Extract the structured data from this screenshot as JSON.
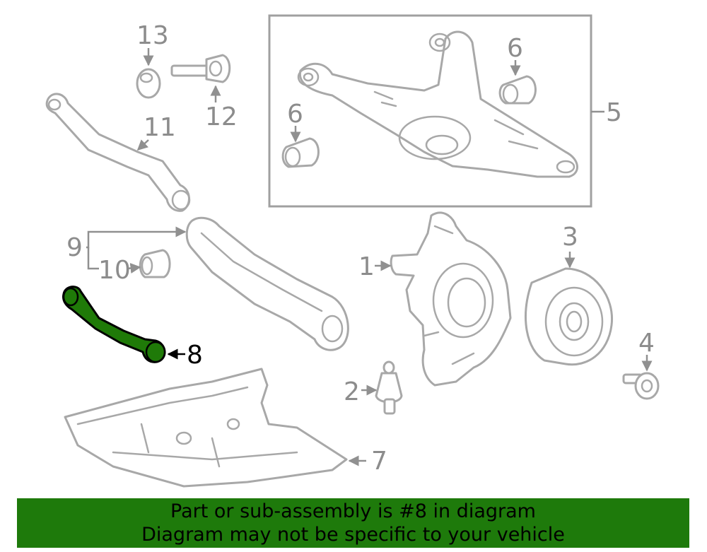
{
  "callouts": {
    "c1": "1",
    "c2": "2",
    "c3": "3",
    "c4": "4",
    "c5": "5",
    "c6a": "6",
    "c6b": "6",
    "c7": "7",
    "c8": "8",
    "c9": "9",
    "c10": "10",
    "c11": "11",
    "c12": "12",
    "c13": "13"
  },
  "highlight": {
    "part_number": "8",
    "color": "#1e7a0b"
  },
  "banner": {
    "line1": "Part or sub-assembly is #8 in diagram",
    "line2": "Diagram may not be specific to your vehicle",
    "background": "#1e7a0b"
  }
}
